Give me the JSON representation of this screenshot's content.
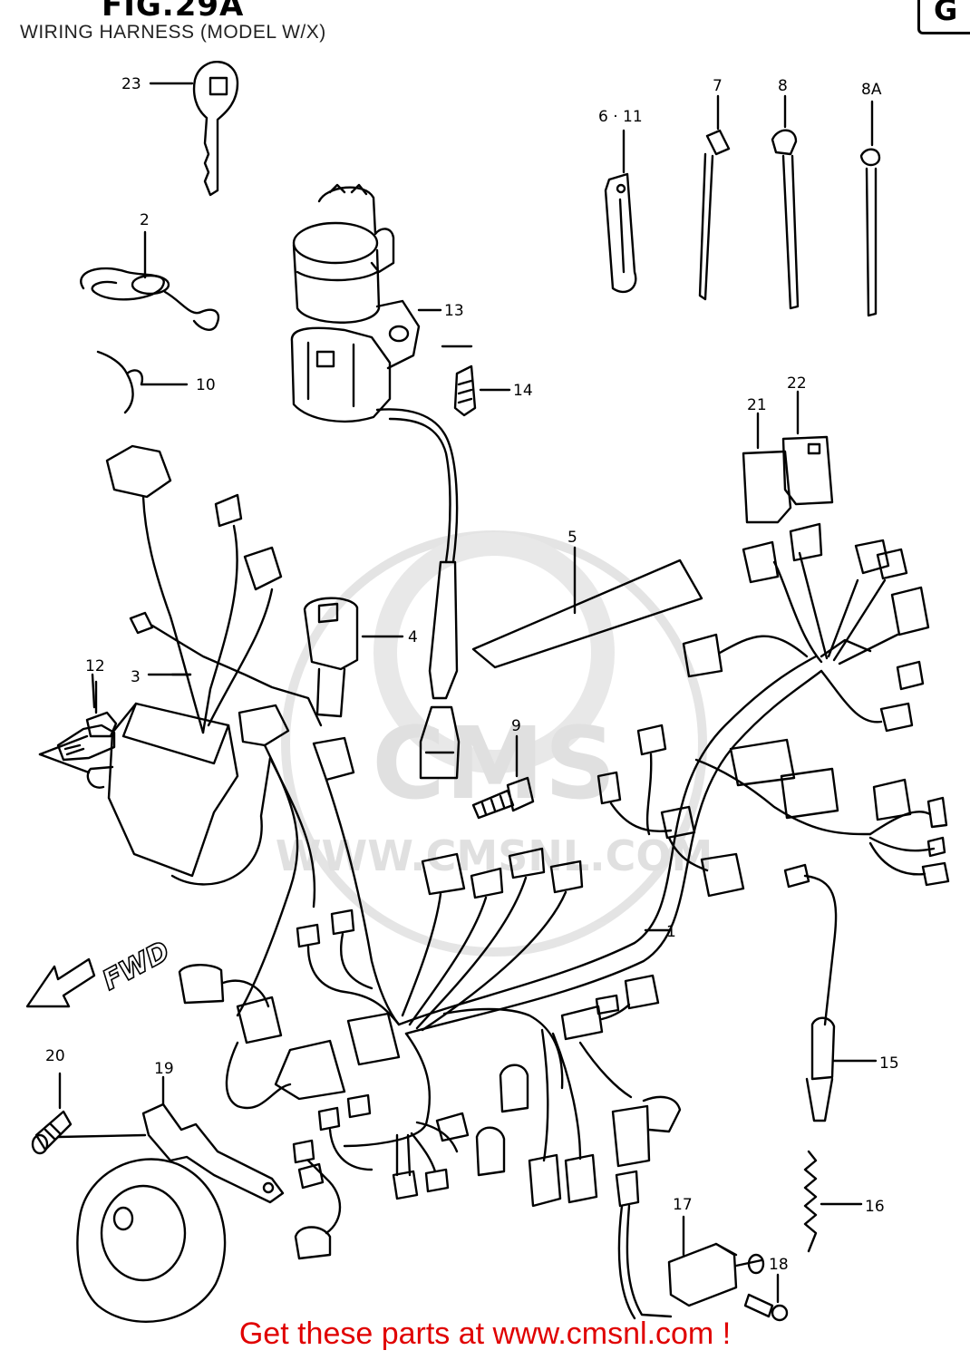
{
  "figure_label": "FIG.29A",
  "subtitle": "WIRING HARNESS (MODEL W/X)",
  "group_letter": "G",
  "fwd_label": "FWD",
  "watermark": {
    "brand": "CMS",
    "url": "WWW.CMSNL.COM"
  },
  "footer": "Get these parts at www.cmsnl.com !",
  "callouts": [
    "1",
    "2",
    "3",
    "4",
    "5",
    "6 · 11",
    "7",
    "8",
    "8A",
    "9",
    "10",
    "12",
    "13",
    "14",
    "15",
    "16",
    "17",
    "18",
    "19",
    "20",
    "21",
    "22",
    "23"
  ]
}
